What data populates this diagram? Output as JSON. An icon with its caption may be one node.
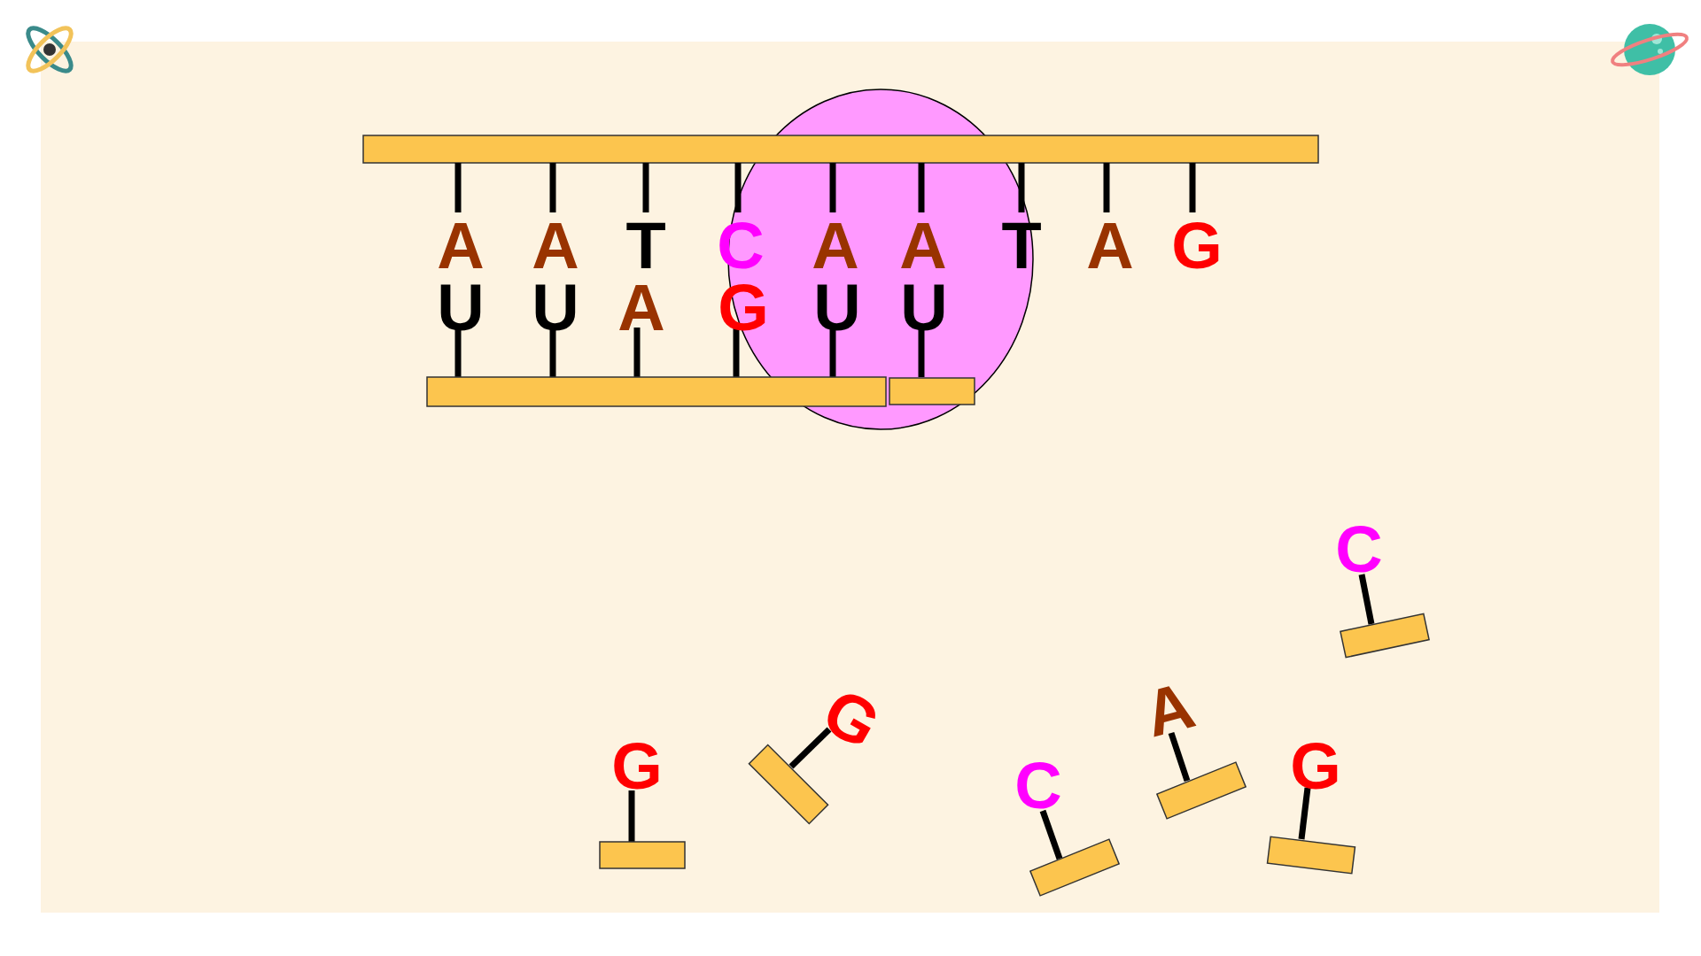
{
  "diagram": {
    "labels": [
      "A",
      "A",
      "T",
      "C",
      "A",
      "A",
      "T",
      "A",
      "G",
      "U",
      "U",
      "A",
      "G",
      "U",
      "U",
      "C",
      "G",
      "A",
      "G",
      "G",
      "C"
    ]
  }
}
